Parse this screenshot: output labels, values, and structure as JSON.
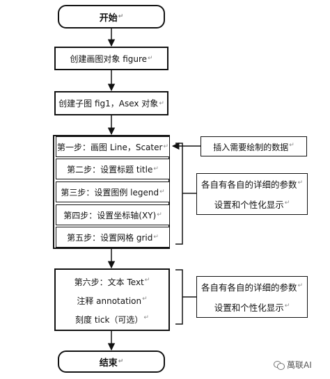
{
  "flow": {
    "start": "开始",
    "create_figure": "创建画图对象 figure",
    "create_axes": "创建子图 fig1，Asex 对象",
    "steps": [
      "第一步：画图 Line，Scater",
      "第二步：设置标题 title",
      "第三步：设置图例 legend",
      "第四步：设置坐标轴(XY)",
      "第五步：设置网格 grid"
    ],
    "step6": [
      "第六步：文本 Text",
      "注释 annotation",
      "刻度 tick（可选）"
    ],
    "end": "结束",
    "para_mark": "↵"
  },
  "notes": {
    "insert_data": "插入需要绘制的数据",
    "params_1": [
      "各自有各自的详细的参数",
      "设置和个性化显示"
    ],
    "params_2": [
      "各自有各自的详细的参数",
      "设置和个性化显示"
    ]
  },
  "watermark": {
    "text": "萬联AI"
  }
}
